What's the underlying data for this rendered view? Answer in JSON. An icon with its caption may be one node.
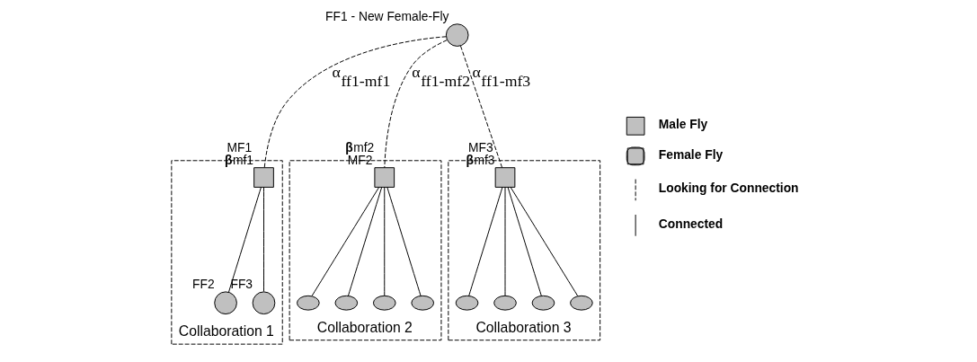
{
  "diagram": {
    "nodes": [
      {
        "text": [
          "FF1 - New Female-Fly"
        ]
      },
      {
        "text": [
          "Collaboration 1"
        ]
      },
      {
        "text": [
          "MF1",
          "**β**mf1"
        ],
        "in": 1
      },
      {
        "text": [
          "FF2"
        ],
        "in": 1
      },
      {
        "text": [
          "FF3"
        ],
        "in": 1
      },
      {
        "text": [
          "Collaboration 2"
        ]
      },
      {
        "text": [
          "**β**mf2",
          "MF2"
        ],
        "in": 5
      },
      {
        "text": [],
        "shape": "ellipse",
        "in": 5
      },
      {
        "text": [],
        "shape": "ellipse",
        "in": 5
      },
      {
        "text": [],
        "shape": "ellipse",
        "in": 5
      },
      {
        "text": [],
        "shape": "ellipse",
        "in": 5
      },
      {
        "text": [
          "Collaboration 3"
        ]
      },
      {
        "text": [
          "MF3",
          "**β**mf3"
        ],
        "in": 11
      },
      {
        "text": [],
        "shape": "ellipse",
        "in": 11
      },
      {
        "text": [],
        "shape": "ellipse",
        "in": 11
      },
      {
        "text": [],
        "shape": "ellipse",
        "in": 11
      },
      {
        "text": [],
        "shape": "ellipse",
        "in": 11
      }
    ],
    "edges": [
      {
        "from": 0,
        "to": 2,
        "arrow": "none",
        "style": "dashed",
        "label": "α$_{ff1-mf1}$"
      },
      {
        "from": 0,
        "to": 6,
        "arrow": "none",
        "style": "dashed",
        "label": "α$_{ff1-mf2}$"
      },
      {
        "from": 0,
        "to": 12,
        "arrow": "none",
        "style": "dashed",
        "label": "α$_{ff1-mf3}$"
      },
      {
        "from": 2,
        "to": 3,
        "arrow": "none"
      },
      {
        "from": 2,
        "to": 4,
        "arrow": "none"
      },
      {
        "from": 6,
        "to": 7,
        "arrow": "none"
      },
      {
        "from": 6,
        "to": 8,
        "arrow": "none"
      },
      {
        "from": 6,
        "to": 9,
        "arrow": "none"
      },
      {
        "from": 6,
        "to": 10,
        "arrow": "none"
      },
      {
        "from": 12,
        "to": 13,
        "arrow": "none"
      },
      {
        "from": 12,
        "to": 14,
        "arrow": "none"
      },
      {
        "from": 12,
        "to": 15,
        "arrow": "none"
      },
      {
        "from": 12,
        "to": 16,
        "arrow": "none"
      }
    ],
    "legend": [
      {
        "text": "Male Fly"
      },
      {
        "text": "Female Fly"
      },
      {
        "text": "Looking for Connection"
      },
      {
        "text": "Connected"
      }
    ]
  }
}
